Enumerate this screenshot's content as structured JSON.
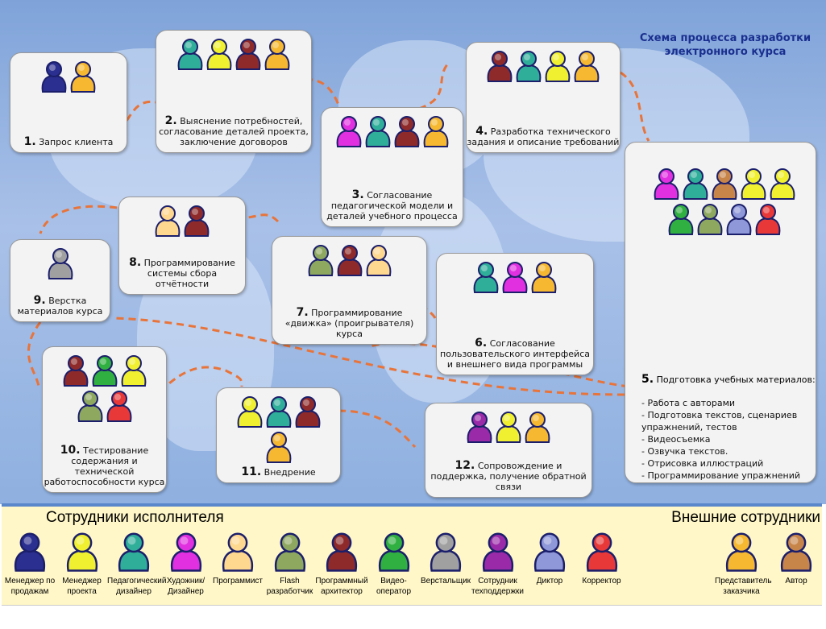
{
  "title": "Схема процесса разработки электронного курса",
  "steps": [
    {
      "num": "1.",
      "text": "Запрос клиента",
      "people": [
        "#2b2f8f",
        "#f5b830"
      ]
    },
    {
      "num": "2.",
      "text": "Выяснение потребностей, согласование деталей проекта, заключение договоров",
      "people": [
        "#2fae9a",
        "#f0f030",
        "#8e2a2a",
        "#f5b830"
      ]
    },
    {
      "num": "3.",
      "text": "Согласование педагогической модели и деталей  учебного процесса",
      "people": [
        "#e030e0",
        "#2fae9a",
        "#8e2a2a",
        "#f5b830"
      ]
    },
    {
      "num": "4.",
      "text": "Разработка технического задания и описание требований",
      "people": [
        "#8e2a2a",
        "#2fae9a",
        "#f0f030",
        "#f5b830"
      ]
    },
    {
      "num": "5.",
      "text": "Подготовка учебных материалов:",
      "list": [
        "- Работа с авторами",
        "- Подготовка текстов, сценариев упражнений, тестов",
        "- Видеосъемка",
        "- Озвучка текстов.",
        "- Отрисовка иллюстраций",
        "- Программирование упражнений"
      ],
      "people": [
        "#e030e0",
        "#2fae9a",
        "#c8854a",
        "#f0f030",
        "#f0f030",
        "#30b040",
        "#8fa860",
        "#8f98d8",
        "#e83838"
      ]
    },
    {
      "num": "6.",
      "text": "Согласование пользовательского интерфейса и внешнего вида программы",
      "people": [
        "#2fae9a",
        "#e030e0",
        "#f5b830"
      ]
    },
    {
      "num": "7.",
      "text": "Программирование «движка» (проигрывателя) курса",
      "people": [
        "#8fa860",
        "#8e2a2a",
        "#ffd890"
      ]
    },
    {
      "num": "8.",
      "text": "Программирование системы сбора отчётности",
      "people": [
        "#ffd890",
        "#8e2a2a"
      ]
    },
    {
      "num": "9.",
      "text": "Верстка материалов курса",
      "people": [
        "#a0a0a0"
      ]
    },
    {
      "num": "10.",
      "text": "Тестирование содержания и технической работоспособности курса",
      "people": [
        "#8e2a2a",
        "#30b040",
        "#f0f030",
        "#8fa860",
        "#e83838"
      ]
    },
    {
      "num": "11.",
      "text": "Внедрение",
      "people": [
        "#f0f030",
        "#2fae9a",
        "#8e2a2a",
        "#f5b830"
      ]
    },
    {
      "num": "12.",
      "text": "Сопровождение и поддержка, получение обратной связи",
      "people": [
        "#9a2aa8",
        "#f0f030",
        "#f5b830"
      ]
    }
  ],
  "legend": {
    "own_title": "Сотрудники исполнителя",
    "ext_title": "Внешние сотрудники",
    "own": [
      {
        "label": "Менеджер по продажам",
        "color": "#2b2f8f"
      },
      {
        "label": "Менеджер проекта",
        "color": "#f0f030"
      },
      {
        "label": "Педагогический дизайнер",
        "color": "#2fae9a"
      },
      {
        "label": "Художник/ Дизайнер",
        "color": "#e030e0"
      },
      {
        "label": "Программист",
        "color": "#ffd890"
      },
      {
        "label": "Flash разработчик",
        "color": "#8fa860"
      },
      {
        "label": "Программный архитектор",
        "color": "#8e2a2a"
      },
      {
        "label": "Видео-оператор",
        "color": "#30b040"
      },
      {
        "label": "Верстальщик",
        "color": "#a0a0a0"
      },
      {
        "label": "Сотрудник техподдержки",
        "color": "#9a2aa8"
      },
      {
        "label": "Диктор",
        "color": "#8f98d8"
      },
      {
        "label": "Корректор",
        "color": "#e83838"
      }
    ],
    "ext": [
      {
        "label": "Представитель заказчика",
        "color": "#f5b830"
      },
      {
        "label": "Автор",
        "color": "#c8854a"
      }
    ]
  }
}
